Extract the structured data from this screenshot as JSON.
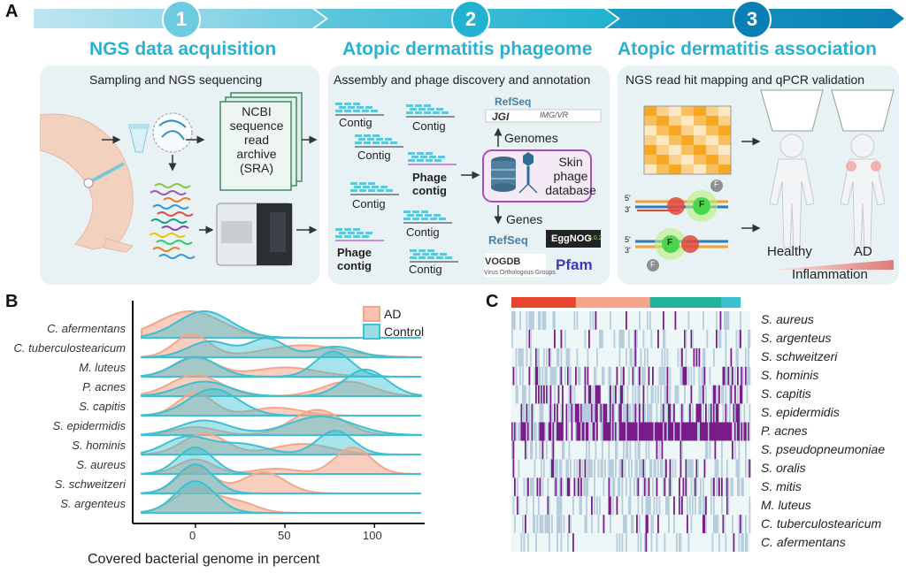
{
  "panels": {
    "a": "A",
    "b": "B",
    "c": "C"
  },
  "stages": [
    {
      "number": "1",
      "title": "NGS data acquisition",
      "box_title": "Sampling and NGS sequencing"
    },
    {
      "number": "2",
      "title": "Atopic dermatitis phageome",
      "box_title": "Assembly and phage discovery and annotation"
    },
    {
      "number": "3",
      "title": "Atopic dermatitis association",
      "box_title": "NGS read hit mapping and qPCR validation"
    }
  ],
  "stage1": {
    "sra_text": [
      "NCBI",
      "sequence",
      "read",
      "archive",
      "(SRA)"
    ]
  },
  "stage2": {
    "contig": "Contig",
    "phage_contig": [
      "Phage",
      "contig"
    ],
    "database": [
      "Skin",
      "phage",
      "database"
    ],
    "genomes": "Genomes",
    "genes": "Genes",
    "refseq": "RefSeq",
    "jgi": "JGI",
    "imgvr": "IMG/VR",
    "eggnog": "EggNOG",
    "eggnog_ver": "5.0.2",
    "vogdb": "VOGDB",
    "vogdb_sub": "Virus Orthologous Groups",
    "pfam": "Pfam"
  },
  "stage3": {
    "healthy": "Healthy",
    "ad": "AD",
    "inflammation": "Inflammation",
    "f": "F",
    "p5": "5'",
    "p3": "3'"
  },
  "chart_data": [
    {
      "type": "ridgeline",
      "xlabel": "Covered bacterial genome in percent",
      "xticks": [
        0,
        50,
        100
      ],
      "xlim": [
        -35,
        128
      ],
      "legend": [
        "AD",
        "Control"
      ],
      "legend_position": "top-right",
      "colors": {
        "AD": "#f4a58a",
        "Control": "#3cc0d2"
      },
      "species": [
        "C. afermentans",
        "C. tuberculostearicum",
        "M. luteus",
        "P. acnes",
        "S. capitis",
        "S. epidermidis",
        "S. hominis",
        "S. aureus",
        "S. schweitzeri",
        "S. argenteus"
      ],
      "ridges": [
        {
          "AD": [
            [
              -3,
              18,
              1.0
            ]
          ],
          "Control": [
            [
              5,
              15,
              1.0
            ]
          ]
        },
        {
          "AD": [
            [
              -2,
              10,
              0.85
            ],
            [
              60,
              22,
              0.45
            ]
          ],
          "Control": [
            [
              8,
              12,
              0.6
            ],
            [
              40,
              10,
              0.7
            ],
            [
              78,
              12,
              0.4
            ]
          ]
        },
        {
          "AD": [
            [
              0,
              12,
              0.7
            ],
            [
              50,
              18,
              0.35
            ]
          ],
          "Control": [
            [
              0,
              12,
              0.75
            ],
            [
              77,
              10,
              0.95
            ]
          ]
        },
        {
          "AD": [
            [
              0,
              14,
              0.8
            ],
            [
              85,
              14,
              0.55
            ]
          ],
          "Control": [
            [
              5,
              14,
              0.55
            ],
            [
              95,
              12,
              1.0
            ]
          ]
        },
        {
          "AD": [
            [
              0,
              10,
              0.85
            ],
            [
              45,
              14,
              0.3
            ]
          ],
          "Control": [
            [
              10,
              14,
              1.0
            ]
          ]
        },
        {
          "AD": [
            [
              0,
              12,
              0.3
            ],
            [
              68,
              14,
              0.95
            ]
          ],
          "Control": [
            [
              5,
              14,
              0.55
            ],
            [
              70,
              18,
              0.7
            ]
          ]
        },
        {
          "AD": [
            [
              5,
              12,
              0.8
            ],
            [
              60,
              16,
              0.4
            ]
          ],
          "Control": [
            [
              -5,
              12,
              0.65
            ],
            [
              25,
              14,
              0.4
            ],
            [
              78,
              10,
              0.9
            ]
          ]
        },
        {
          "AD": [
            [
              0,
              10,
              0.55
            ],
            [
              88,
              10,
              1.0
            ],
            [
              45,
              12,
              0.2
            ]
          ],
          "Control": [
            [
              0,
              10,
              1.0
            ]
          ]
        },
        {
          "AD": [
            [
              0,
              10,
              1.0
            ],
            [
              38,
              12,
              0.8
            ]
          ],
          "Control": [
            [
              0,
              10,
              1.1
            ]
          ]
        },
        {
          "AD": [
            [
              0,
              12,
              0.9
            ],
            [
              25,
              10,
              0.35
            ]
          ],
          "Control": [
            [
              0,
              11,
              1.2
            ]
          ]
        }
      ]
    },
    {
      "type": "heatmap",
      "rows": [
        "S. aureus",
        "S. argenteus",
        "S. schweitzeri",
        "S. hominis",
        "S. capitis",
        "S. epidermidis",
        "P. acnes",
        "S. pseudopneumoniae",
        "S. oralis",
        "S. mitis",
        "M. luteus",
        "C. tuberculostearicum",
        "C. afermentans"
      ],
      "group_colors": [
        "#e8452f",
        "#f4a58a",
        "#22b49b",
        "#3cc0d2"
      ],
      "group_fractions": [
        0.27,
        0.31,
        0.3,
        0.08
      ],
      "colors": {
        "low": "#eef7f8",
        "mid": "#b8cddc",
        "high": "#7a1d8a"
      }
    }
  ]
}
